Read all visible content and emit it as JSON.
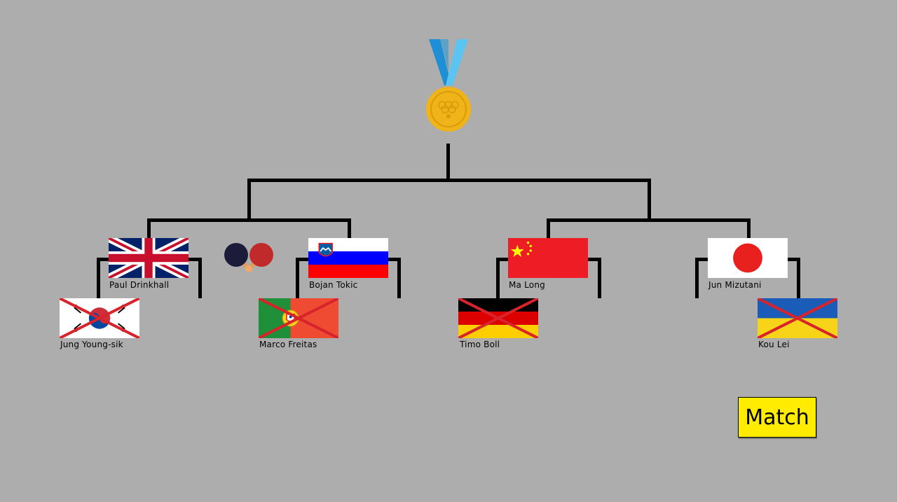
{
  "players": {
    "paul_drinkhall": {
      "name": "Paul Drinkhall",
      "country": "uk-flag",
      "eliminated": false
    },
    "jung_young_sik": {
      "name": "Jung Young-sik",
      "country": "south-korea-flag",
      "eliminated": true
    },
    "bojan_tokic": {
      "name": "Bojan Tokic",
      "country": "slovenia-flag",
      "eliminated": false
    },
    "marco_freitas": {
      "name": "Marco Freitas",
      "country": "portugal-flag",
      "eliminated": true
    },
    "ma_long": {
      "name": "Ma Long",
      "country": "china-flag",
      "eliminated": false
    },
    "timo_boll": {
      "name": "Timo Boll",
      "country": "germany-flag",
      "eliminated": true
    },
    "jun_mizutani": {
      "name": "Jun Mizutani",
      "country": "japan-flag",
      "eliminated": false
    },
    "kou_lei": {
      "name": "Kou Lei",
      "country": "ukraine-flag",
      "eliminated": true
    }
  },
  "match_button": {
    "label": "Match"
  },
  "icons": {
    "trophy": "gold-medal-icon",
    "current_match": "ping-pong-paddles-icon"
  },
  "colors": {
    "background": "#adadad",
    "bracket_line": "#000000",
    "elimination_cross": "#d9232b",
    "match_button_bg": "#ffec00"
  }
}
